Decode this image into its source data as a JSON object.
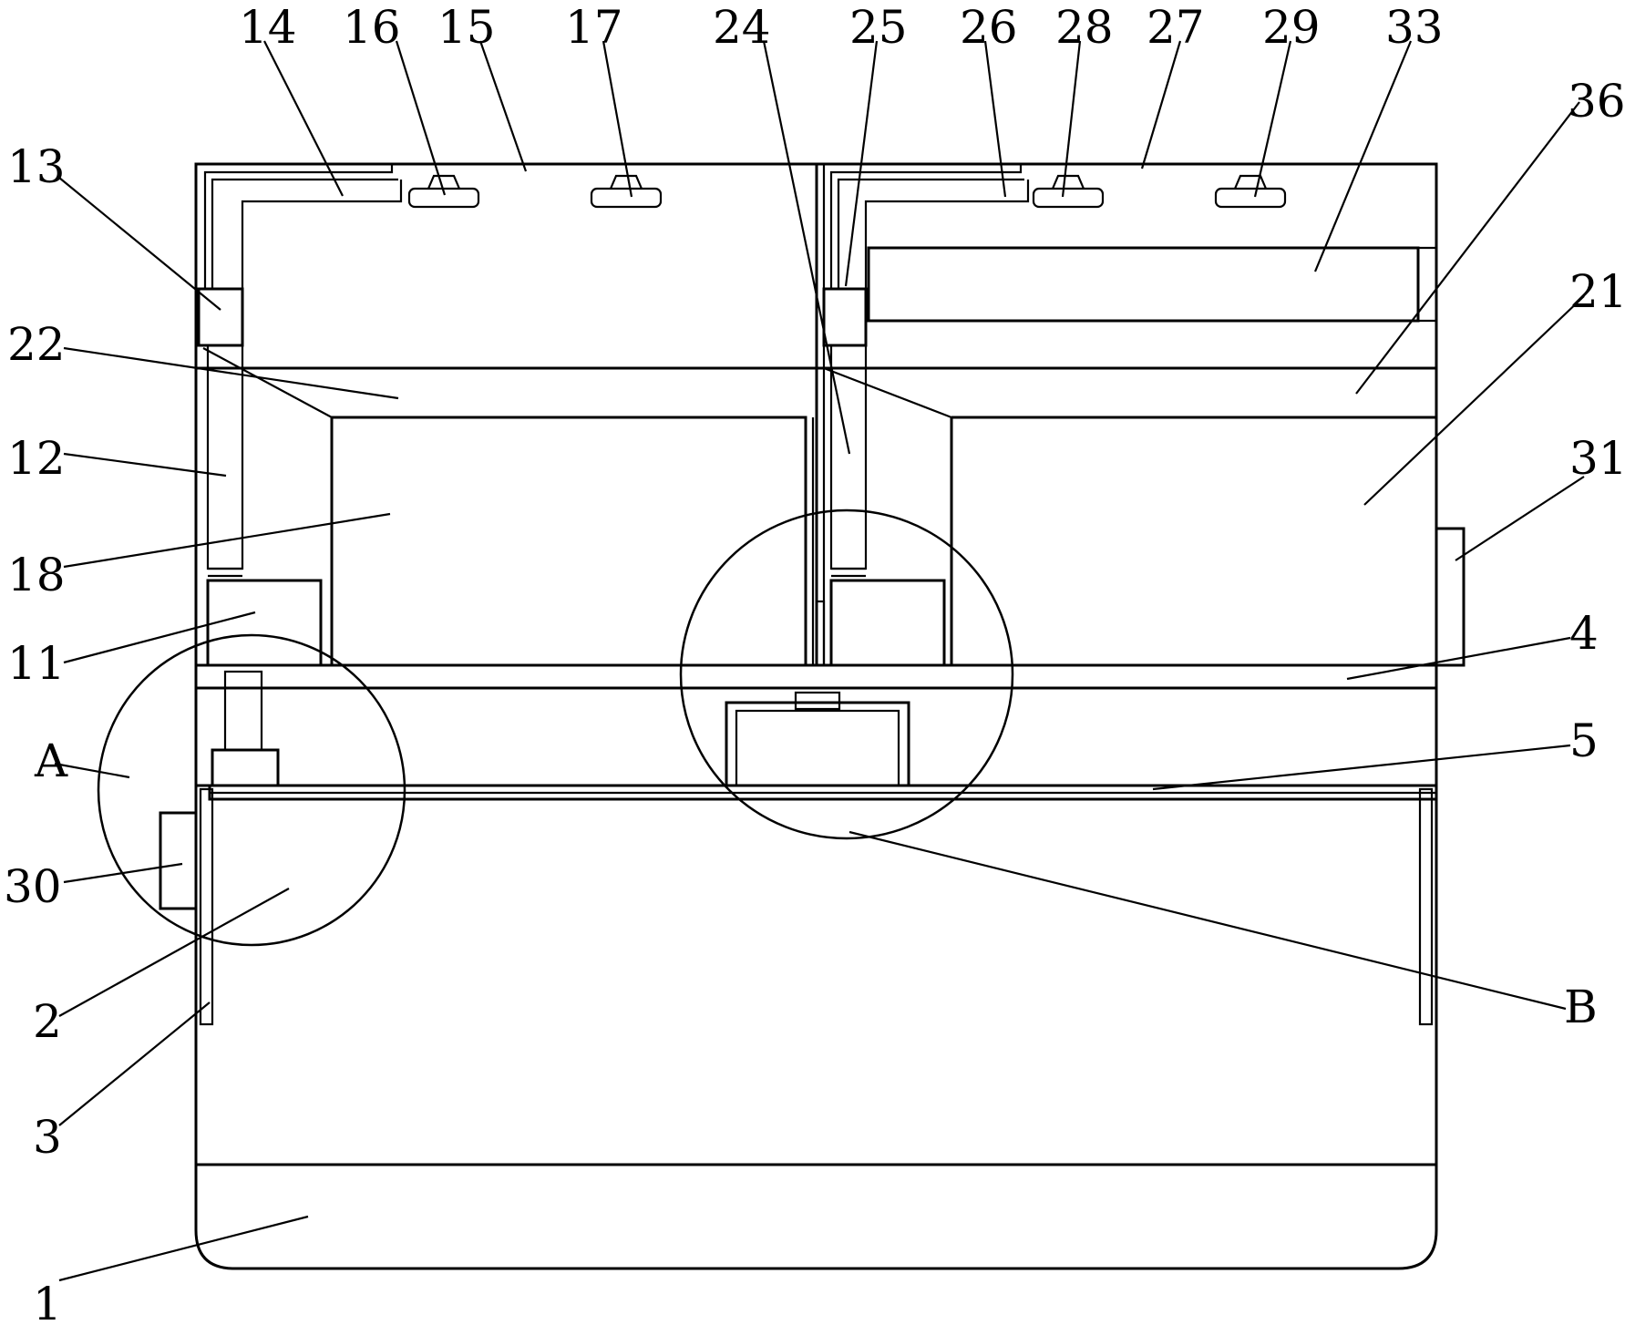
{
  "labels": {
    "l1": "1",
    "l2": "2",
    "l3": "3",
    "l4": "4",
    "l5": "5",
    "l11": "11",
    "l12": "12",
    "l13": "13",
    "l14": "14",
    "l15": "15",
    "l16": "16",
    "l17": "17",
    "l18": "18",
    "l21": "21",
    "l22": "22",
    "l24": "24",
    "l25": "25",
    "l26": "26",
    "l27": "27",
    "l28": "28",
    "l29": "29",
    "l30": "30",
    "l31": "31",
    "l33": "33",
    "l36": "36",
    "lA": "A",
    "lB": "B"
  }
}
